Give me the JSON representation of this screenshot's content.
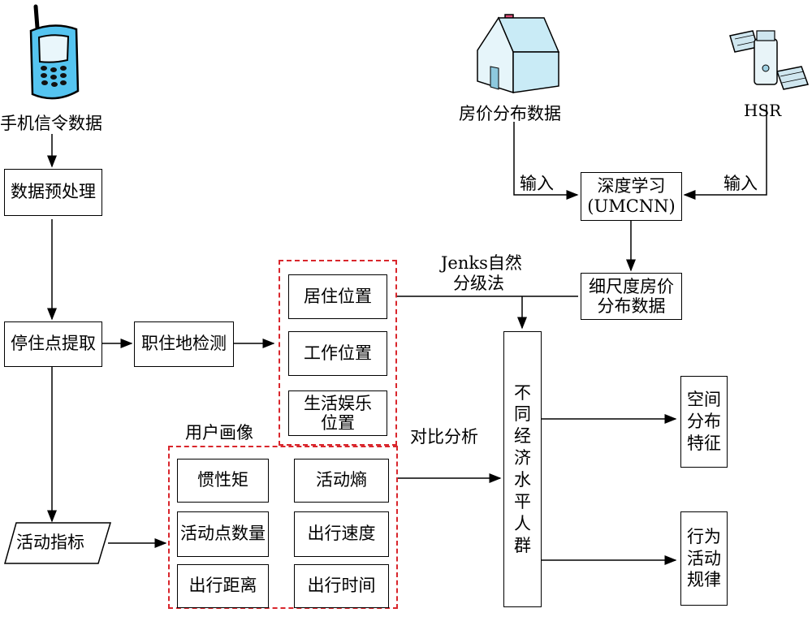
{
  "left_chain": {
    "phone_label": "手机信令数据",
    "preprocess": "数据预处理",
    "stay_extract": "停住点提取",
    "job_home_detect": "职住地检测",
    "activity_index": "活动指标"
  },
  "locations": {
    "home": "居住位置",
    "work": "工作位置",
    "leisure_line1": "生活娱乐",
    "leisure_line2": "位置"
  },
  "user_profile": {
    "title": "用户画像",
    "items": [
      "惯性矩",
      "活动熵",
      "活动点数量",
      "出行速度",
      "出行距离",
      "出行时间"
    ]
  },
  "top_right": {
    "house_label": "房价分布数据",
    "satellite_label": "HSR",
    "input_left": "输入",
    "input_right": "输入",
    "deep_learning_line1": "深度学习",
    "deep_learning_line2": "(UMCNN)",
    "fine_price_line1": "细尺度房价",
    "fine_price_line2": "分布数据",
    "jenks_line1": "Jenks自然",
    "jenks_line2": "分级法"
  },
  "compare_label": "对比分析",
  "groups_chars": [
    "不",
    "同",
    "经",
    "济",
    "水",
    "平",
    "人",
    "群"
  ],
  "outputs": {
    "spatial": [
      "空间",
      "分布",
      "特征"
    ],
    "behavior": [
      "行为",
      "活动",
      "规律"
    ]
  },
  "colors": {
    "dash_red": "#d9262c",
    "phone_blue": "#55c4f0",
    "house_blue": "#c9ebf6"
  }
}
